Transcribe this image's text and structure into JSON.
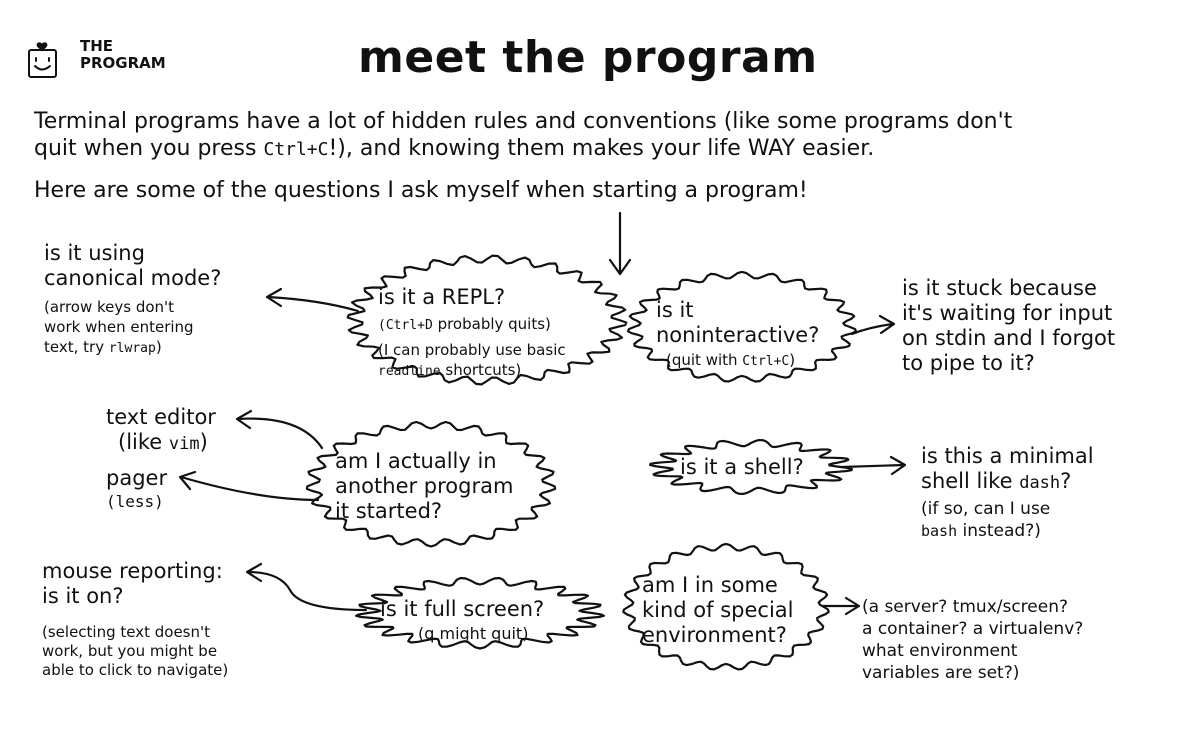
{
  "logo": {
    "line1": "THE",
    "line2": "PROGRAM"
  },
  "title": "meet the program",
  "intro": {
    "line1": "Terminal programs have a lot of hidden rules and conventions (like some programs don't",
    "line2_a": "quit when you press ",
    "line2_key": "Ctrl+C",
    "line2_b": "!), and knowing them makes your life WAY easier.",
    "line3": "Here are some of the questions I ask myself when starting a program!"
  },
  "repl": {
    "title": "is it a REPL?",
    "note1_key": "(Ctrl+D",
    "note1_rest": " probably quits)",
    "note2": "(I can probably use basic",
    "note3_key": "readline",
    "note3_rest": " shortcuts)"
  },
  "canonical": {
    "line1": "is it using",
    "line2": "canonical mode?",
    "note1": "(arrow keys don't",
    "note2": "work when entering",
    "note3_a": "text, try ",
    "note3_key": "rlwrap",
    "note3_b": ")"
  },
  "noninteractive": {
    "line1": "is it",
    "line2": "noninteractive?",
    "note_a": "(quit with ",
    "note_key": "Ctrl+C",
    "note_b": ")"
  },
  "stuck": {
    "line1": "is it stuck because",
    "line2": "it's waiting for input",
    "line3": "on stdin and I forgot",
    "line4": "to pipe to it?"
  },
  "another": {
    "line1": "am I actually in",
    "line2": "another program",
    "line3": "it started?"
  },
  "editor": {
    "line1": "text editor",
    "line2_a": "(like ",
    "line2_key": "vim",
    "line2_b": ")"
  },
  "pager": {
    "line1": "pager",
    "line2": "(less)"
  },
  "shell": {
    "title": "is it a shell?"
  },
  "minimal": {
    "line1": "is this a minimal",
    "line2_a": "shell like ",
    "line2_key": "dash",
    "line2_b": "?",
    "note1": "(if so, can I use",
    "note2_key": "bash",
    "note2_rest": " instead?)"
  },
  "mouse": {
    "line1": "mouse reporting:",
    "line2": "is it on?",
    "note1": "(selecting text doesn't",
    "note2": "work, but you might be",
    "note3": "able to click to navigate)"
  },
  "fullscreen": {
    "title": "is it full screen?",
    "note": "(q might quit)"
  },
  "special": {
    "line1": "am I in some",
    "line2": "kind of special",
    "line3": "environment?"
  },
  "env": {
    "line1": "(a server? tmux/screen?",
    "line2": "a container? a virtualenv?",
    "line3": "what environment",
    "line4": "variables are set?)"
  }
}
